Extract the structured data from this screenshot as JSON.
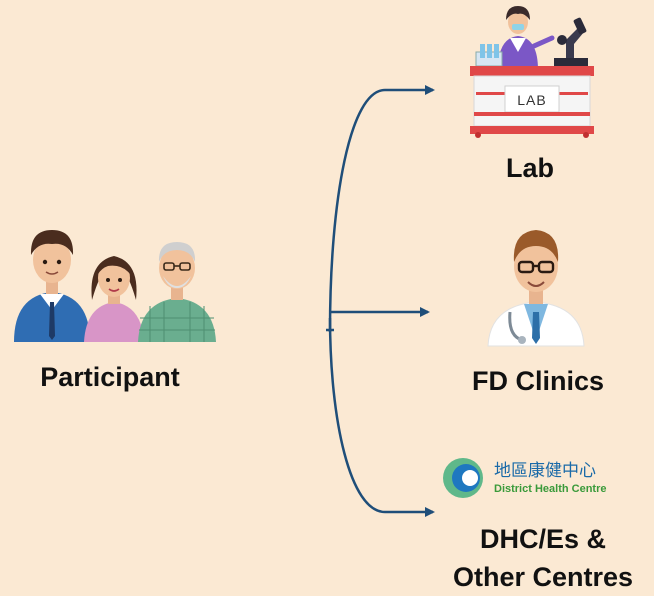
{
  "participant": {
    "label": "Participant",
    "icon": "people-group-icon"
  },
  "destinations": {
    "lab": {
      "label": "Lab",
      "sign_text": "LAB",
      "icon": "lab-scientist-icon"
    },
    "fd_clinics": {
      "label": "FD Clinics",
      "icon": "doctor-icon"
    },
    "dhc": {
      "label_line1": "DHC/Es &",
      "label_line2": "Other Centres",
      "logo_chinese": "地區康健中心",
      "logo_english": "District Health Centre",
      "icon": "district-health-centre-logo"
    }
  },
  "colors": {
    "background": "#fbe9d3",
    "arrow": "#1f4e79",
    "text": "#111111"
  }
}
